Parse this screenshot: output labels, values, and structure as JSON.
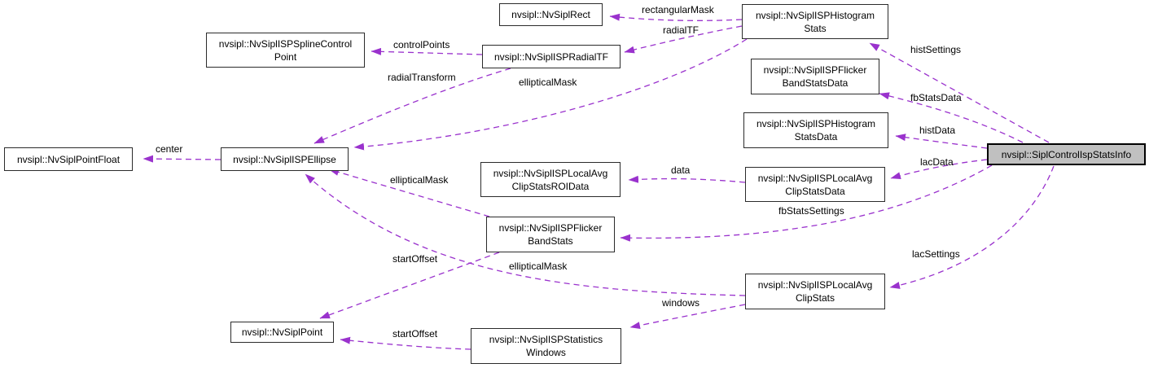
{
  "diagram": {
    "type": "collaboration-graph",
    "current_node": "nvsipl::SiplControlIspStatsInfo",
    "colors": {
      "edge": "#9a32cd",
      "node_fill": "#ffffff",
      "node_border": "#2b2b2b",
      "current_node_fill": "#c0c0c0",
      "text": "#000000",
      "background": "#ffffff"
    },
    "nodes": [
      {
        "id": "spline-control-point",
        "label": "nvsipl::NvSiplISPSplineControl\nPoint"
      },
      {
        "id": "rect",
        "label": "nvsipl::NvSiplRect"
      },
      {
        "id": "histogram-stats",
        "label": "nvsipl::NvSiplISPHistogram\nStats"
      },
      {
        "id": "radial-tf",
        "label": "nvsipl::NvSiplISPRadialTF"
      },
      {
        "id": "flicker-band-stats-data",
        "label": "nvsipl::NvSiplISPFlicker\nBandStatsData"
      },
      {
        "id": "histogram-stats-data",
        "label": "nvsipl::NvSiplISPHistogram\nStatsData"
      },
      {
        "id": "point-float",
        "label": "nvsipl::NvSiplPointFloat"
      },
      {
        "id": "ellipse",
        "label": "nvsipl::NvSiplISPEllipse"
      },
      {
        "id": "sipl-control-isp-stats-info",
        "label": "nvsipl::SiplControlIspStatsInfo"
      },
      {
        "id": "local-avg-clip-stats-roi-data",
        "label": "nvsipl::NvSiplISPLocalAvg\nClipStatsROIData"
      },
      {
        "id": "local-avg-clip-stats-data",
        "label": "nvsipl::NvSiplISPLocalAvg\nClipStatsData"
      },
      {
        "id": "flicker-band-stats",
        "label": "nvsipl::NvSiplISPFlicker\nBandStats"
      },
      {
        "id": "local-avg-clip-stats",
        "label": "nvsipl::NvSiplISPLocalAvg\nClipStats"
      },
      {
        "id": "point",
        "label": "nvsipl::NvSiplPoint"
      },
      {
        "id": "statistics-windows",
        "label": "nvsipl::NvSiplISPStatistics\nWindows"
      }
    ],
    "edge_labels": [
      {
        "id": "center",
        "text": "center"
      },
      {
        "id": "controlPoints",
        "text": "controlPoints"
      },
      {
        "id": "rectangularMask",
        "text": "rectangularMask"
      },
      {
        "id": "radialTF",
        "text": "radialTF"
      },
      {
        "id": "radialTransform",
        "text": "radialTransform"
      },
      {
        "id": "ellipticalMask-from-histogram-stats",
        "text": "ellipticalMask"
      },
      {
        "id": "ellipticalMask-from-flicker-band-stats",
        "text": "ellipticalMask"
      },
      {
        "id": "data",
        "text": "data"
      },
      {
        "id": "fbStatsSettings",
        "text": "fbStatsSettings"
      },
      {
        "id": "ellipticalMask-from-local-avg-clip-stats",
        "text": "ellipticalMask"
      },
      {
        "id": "startOffset-from-flicker-band-stats",
        "text": "startOffset"
      },
      {
        "id": "windows",
        "text": "windows"
      },
      {
        "id": "startOffset-from-statistics-windows",
        "text": "startOffset"
      },
      {
        "id": "histSettings",
        "text": "histSettings"
      },
      {
        "id": "fbStatsData",
        "text": "fbStatsData"
      },
      {
        "id": "histData",
        "text": "histData"
      },
      {
        "id": "lacData",
        "text": "lacData"
      },
      {
        "id": "lacSettings",
        "text": "lacSettings"
      }
    ]
  }
}
